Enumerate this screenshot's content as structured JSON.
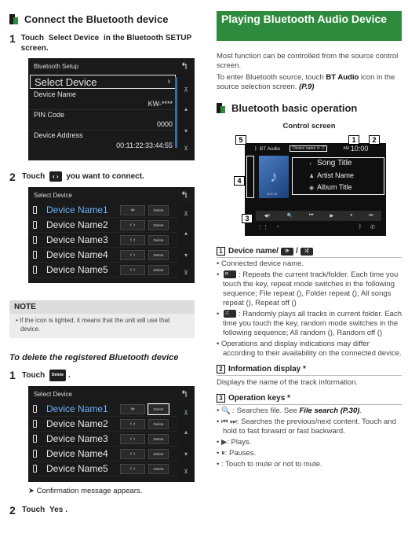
{
  "left": {
    "section_title": "Connect the Bluetooth device",
    "step1": {
      "num": "1",
      "pre": "Touch ",
      "bold": "Select Device",
      "post": " in the Bluetooth SETUP screen."
    },
    "setup_screen": {
      "title": "Bluetooth Setup",
      "rows": [
        {
          "label": "Select Device",
          "value": ""
        },
        {
          "label": "Device Name",
          "value": "KW-****"
        },
        {
          "label": "PIN Code",
          "value": "0000"
        },
        {
          "label": "Device Address",
          "value": "00:11:22:33:44:55"
        }
      ]
    },
    "step2": {
      "num": "2",
      "pre": "Touch ",
      "post": " you want to connect.",
      "btn": "‹ ›"
    },
    "device_screen": {
      "title": "Select Device",
      "delete_label": "Delete",
      "devices": [
        "Device Name1",
        "Device Name2",
        "Device Name3",
        "Device Name4",
        "Device Name5"
      ]
    },
    "note": {
      "title": "NOTE",
      "text": "If the icon is lighted, it means that the unit will use that device."
    },
    "delete_heading": "To delete the registered Bluetooth device",
    "step3": {
      "num": "1",
      "pre": "Touch ",
      "btn": "Delete",
      "post": "."
    },
    "confirm": "Confirmation message appears.",
    "step4": {
      "num": "2",
      "pre": "Touch ",
      "bold": "Yes",
      "post": "."
    }
  },
  "right": {
    "banner": "Playing Bluetooth Audio Device",
    "intro1": "Most function can be controlled from the source control screen.",
    "intro2_pre": "To enter Bluetooth source, touch ",
    "intro2_bold": "BT Audio",
    "intro2_mid": " icon in the source selection screen. ",
    "intro2_ref": "(P.9)",
    "section_title": "Bluetooth basic operation",
    "control_heading": "Control screen",
    "screen": {
      "source": "BT Audio",
      "device": "Device name",
      "am": "AM",
      "time": "10:00",
      "song": "Song Title",
      "artist": "Artist Name",
      "album": "Album Title",
      "elapsed": "0:07:29"
    },
    "callouts": [
      "1",
      "2",
      "3",
      "4",
      "5"
    ],
    "item1": {
      "num": "1",
      "title": "Device name/",
      "sep": "/"
    },
    "item1_lines": [
      "Connected device name.",
      ": Repeats the current track/folder. Each time you touch the key, repeat mode switches in the following sequence; File repeat (), Folder repeat (), All songs repeat (), Repeat off ()",
      ": Randomly plays all tracks in current folder. Each time you touch the key, random mode switches in the following sequence; All random (), Random off ()",
      "Operations and display indications may differ according to their availability on the connected device."
    ],
    "item2": {
      "num": "2",
      "title": "Information display *"
    },
    "item2_text": "Displays the name of the track information.",
    "item3": {
      "num": "3",
      "title": "Operation keys *"
    },
    "item3_lines": [
      {
        "pre": "🔍 : Searches file. See ",
        "bold": "File search (P.30)",
        "post": "."
      },
      {
        "pre": "⏮ ⏭: Searches the previous/next content. Touch and hold to fast forward or fast backward.",
        "bold": "",
        "post": ""
      },
      {
        "pre": "▶: Plays.",
        "bold": "",
        "post": ""
      },
      {
        "pre": "⏸: Pauses.",
        "bold": "",
        "post": ""
      },
      {
        "pre": ": Touch to mute or not to mute.",
        "bold": "",
        "post": ""
      }
    ]
  }
}
